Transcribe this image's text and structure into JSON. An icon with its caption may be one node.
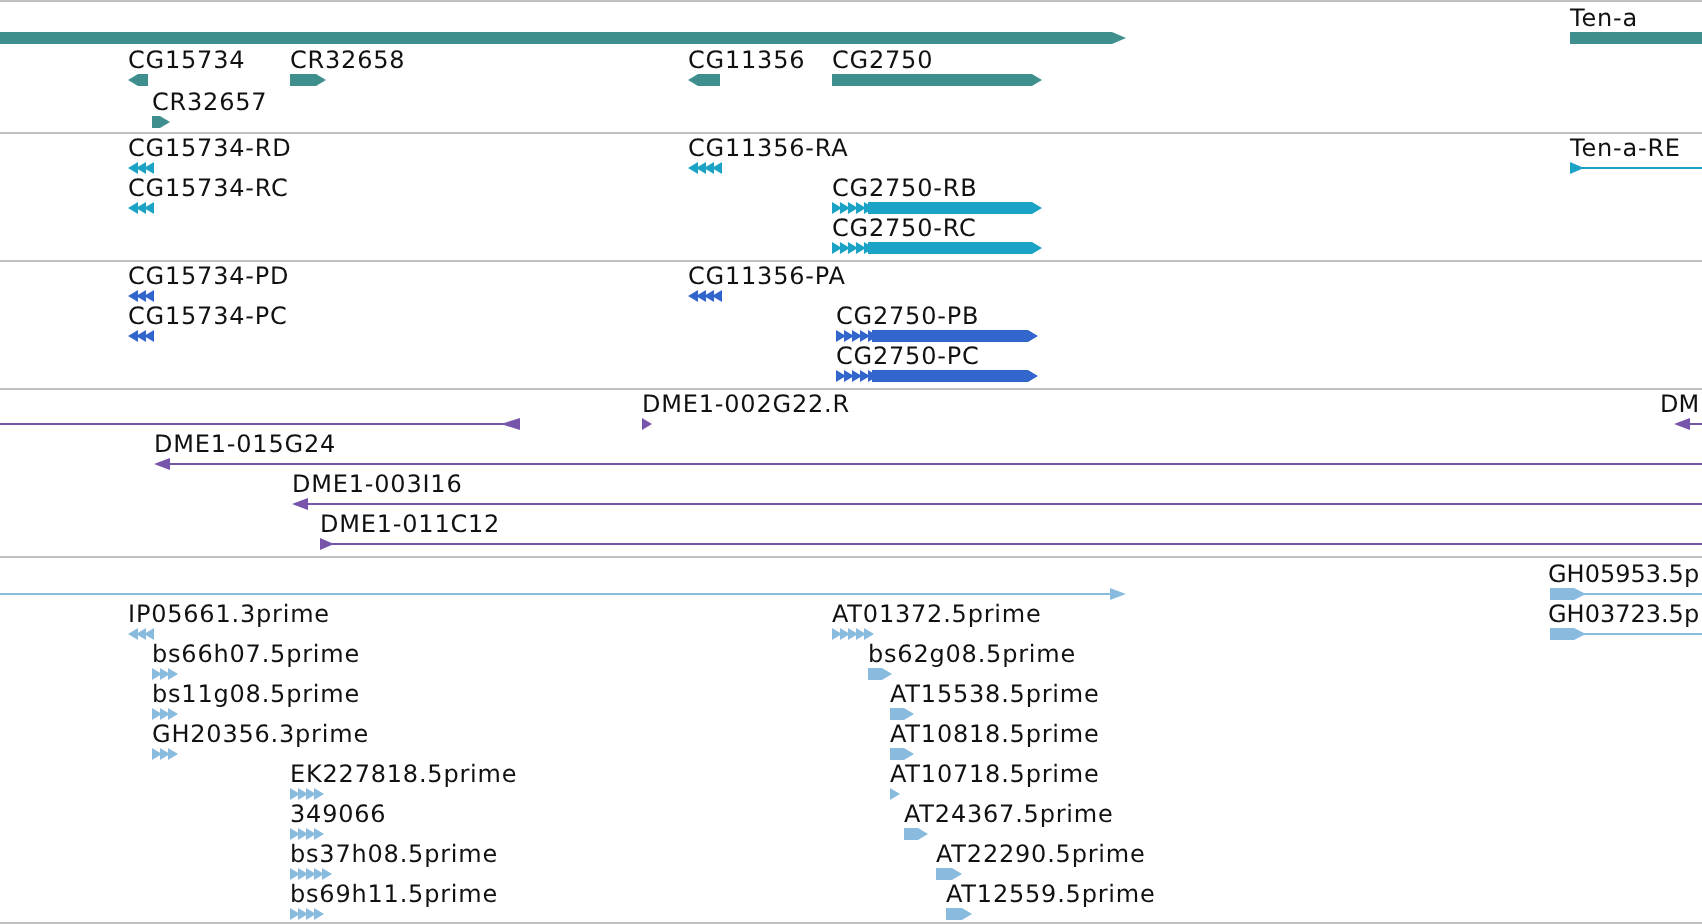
{
  "diagram": {
    "labels": [
      "Ten-a",
      "CG15734",
      "CR32658",
      "CG11356",
      "CG2750",
      "CR32657",
      "CG15734-RD",
      "CG11356-RA",
      "Ten-a-RE",
      "CG15734-RC",
      "CG2750-RB",
      "CG2750-RC",
      "CG15734-PD",
      "CG11356-PA",
      "CG15734-PC",
      "CG2750-PB",
      "CG2750-PC",
      "DME1-002G22.R",
      "DM",
      "DME1-015G24",
      "DME1-003I16",
      "DME1-011C12",
      "GH05953.5p",
      "IP05661.3prime",
      "AT01372.5prime",
      "GH03723.5p",
      "bs66h07.5prime",
      "bs62g08.5prime",
      "bs11g08.5prime",
      "AT15538.5prime",
      "GH20356.3prime",
      "AT10818.5prime",
      "EK227818.5prime",
      "AT10718.5prime",
      "349066",
      "AT24367.5prime",
      "bs37h08.5prime",
      "AT22290.5prime",
      "bs69h11.5prime",
      "AT12559.5prime"
    ]
  }
}
